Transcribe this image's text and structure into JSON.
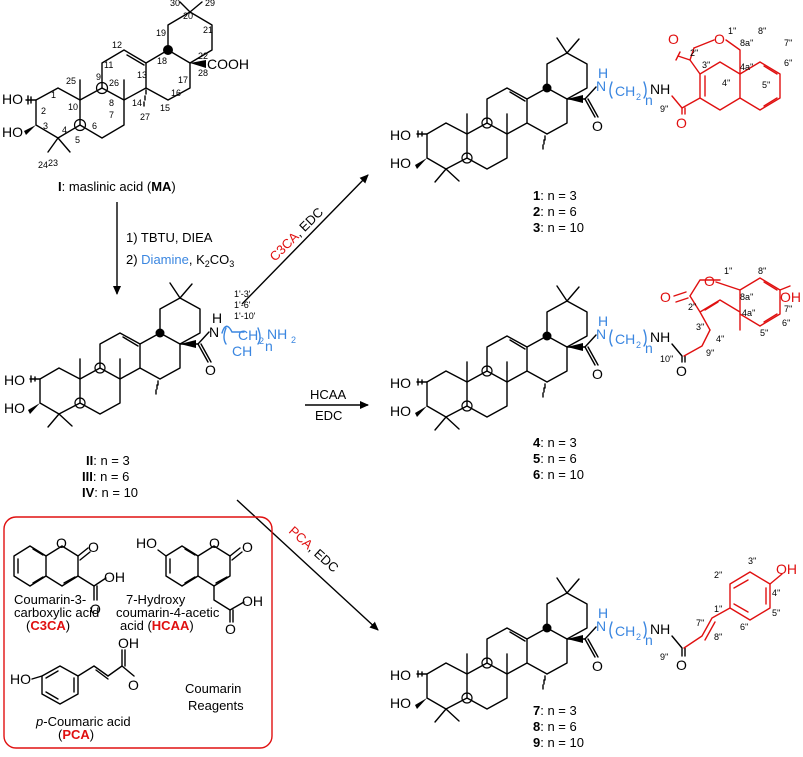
{
  "structures": {
    "ma_caption": {
      "roman": "I",
      "sep": ": maslinic acid (",
      "abbr": "MA",
      "close": ")"
    },
    "intermediate_caption": [
      {
        "roman": "II",
        "text": ":  n = 3"
      },
      {
        "roman": "III",
        "text": ": n = 6"
      },
      {
        "roman": "IV",
        "text": ": n = 10"
      }
    ],
    "products_c3ca": [
      {
        "num": "1",
        "text": ": n = 3"
      },
      {
        "num": "2",
        "text": ": n = 6"
      },
      {
        "num": "3",
        "text": ": n = 10"
      }
    ],
    "products_hcaa": [
      {
        "num": "4",
        "text": ": n = 3"
      },
      {
        "num": "5",
        "text": ": n = 6"
      },
      {
        "num": "6",
        "text": ": n = 10"
      }
    ],
    "products_pca": [
      {
        "num": "7",
        "text": ": n = 3"
      },
      {
        "num": "8",
        "text": ": n = 6"
      },
      {
        "num": "9",
        "text": ": n = 10"
      }
    ]
  },
  "atoms": {
    "ho": "HO",
    "cooh": "COOH",
    "oh": "OH",
    "o": "O",
    "nh": "NH",
    "n_h": "N",
    "h": "H",
    "ch2": "CH",
    "sub2": "2",
    "sub_n": "n",
    "nh2": "NH"
  },
  "ma_numbering": [
    "1",
    "2",
    "3",
    "4",
    "5",
    "6",
    "7",
    "8",
    "9",
    "10",
    "11",
    "12",
    "13",
    "14",
    "15",
    "16",
    "17",
    "18",
    "19",
    "20",
    "21",
    "22",
    "23",
    "24",
    "25",
    "26",
    "27",
    "28",
    "29",
    "30"
  ],
  "chain_labels": [
    "1'-3'",
    "1'-6'",
    "1'-10'"
  ],
  "coumarin_numbering": {
    "c3": [
      "1''",
      "2''",
      "3''",
      "4''",
      "4a''",
      "5''",
      "6''",
      "7''",
      "8''",
      "8a''",
      "9''"
    ],
    "hc": [
      "1''",
      "2''",
      "3''",
      "4''",
      "4a''",
      "5''",
      "6''",
      "7''",
      "8''",
      "8a''",
      "9''",
      "10''"
    ],
    "pc": [
      "1''",
      "2''",
      "3''",
      "4''",
      "5''",
      "6''",
      "7''",
      "8''",
      "9''"
    ]
  },
  "reactions": {
    "step1_line1": "1) TBTU, DIEA",
    "step1_line2_prefix": "2) ",
    "step1_line2_diamine": "Diamine",
    "step1_line2_suffix": ", K",
    "step1_line2_k_sub": "2",
    "step1_line2_tail": "CO",
    "step1_line2_tail_sub": "3",
    "c3ca_reagent": "C3CA",
    "c3ca_coupling": ", EDC",
    "hcaa_reagent": "HCAA",
    "hcaa_coupling": "EDC",
    "pca_reagent": "PCA",
    "pca_coupling": ", EDC"
  },
  "legend": {
    "c3ca_name_1": "Coumarin-3-",
    "c3ca_name_2": "carboxylic acid",
    "c3ca_abbr": "C3CA",
    "hcaa_name_1": "7-Hydroxy",
    "hcaa_name_2": "coumarin-4-acetic",
    "hcaa_name_3": "acid (",
    "hcaa_abbr": "HCAA",
    "pca_prefix": "p",
    "pca_name": "-Coumaric acid",
    "pca_abbr": "PCA",
    "title_1": "Coumarin",
    "title_2": "Reagents"
  },
  "colors": {
    "blue": "#3a86e0",
    "red": "#e01010",
    "black": "#000000"
  }
}
